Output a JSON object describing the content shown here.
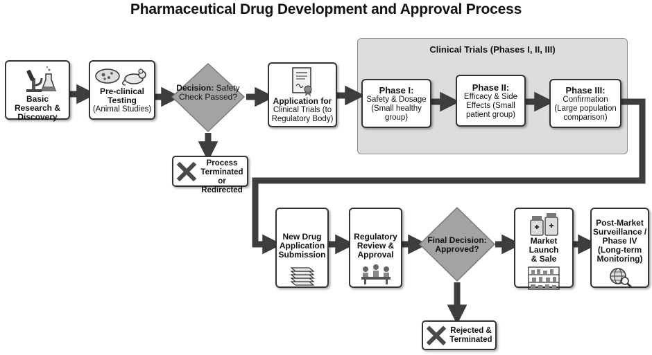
{
  "title": "Pharmaceutical Drug Development and Approval Process",
  "clinical_group": {
    "title": "Clinical Trials (Phases I, II, III)"
  },
  "steps": {
    "basic_research": "Basic Research & Discovery",
    "preclinical_line1": "Pre-clinical",
    "preclinical_line2": "Testing",
    "preclinical_line3": "(Animal Studies)",
    "decision1_line1": "Decision:",
    "decision1_line2": "Safety Check",
    "decision1_line3": "Passed?",
    "terminated1_line1": "Process",
    "terminated1_line2": "Terminated",
    "terminated1_line3": "or Redirected",
    "application_line1": "Application for",
    "application_line2": "Clinical Trials (to",
    "application_line3": "Regulatory Body)",
    "phase1_title": "Phase I:",
    "phase1_desc": "Safety & Dosage (Small healthy group)",
    "phase2_title": "Phase II:",
    "phase2_desc": "Efficacy & Side Effects (Small patient group)",
    "phase3_title": "Phase III:",
    "phase3_desc": "Confirmation (Large population comparison)",
    "nda_line1": "New Drug",
    "nda_line2": "Application",
    "nda_line3": "Submission",
    "review_line1": "Regulatory",
    "review_line2": "Review &",
    "review_line3": "Approval",
    "decision2_line1": "Final Decision:",
    "decision2_line2": "Approved?",
    "terminated2_line1": "Rejected &",
    "terminated2_line2": "Terminated",
    "market_line1": "Market Launch",
    "market_line2": "& Sale",
    "postmarket_line1": "Post-Market",
    "postmarket_line2": "Surveillance /",
    "postmarket_line3": "Phase IV",
    "postmarket_line4": "(Long-term",
    "postmarket_line5": "Monitoring)"
  },
  "icons": {
    "basic_research": "microscope-flask-icon",
    "preclinical": "petri-dish-mouse-icon",
    "application": "certificate-document-icon",
    "nda": "document-stack-icon",
    "review": "meeting-table-icon",
    "market": "pharmacy-shelf-icon",
    "postmarket": "globe-magnifier-icon",
    "terminate": "x-mark-icon"
  },
  "colors": {
    "arrow": "#3d3d3d",
    "diamond_fill": "#a3a3a3",
    "clinical_bg": "#dcdcdc",
    "x_mark": "#4a4a4a"
  }
}
